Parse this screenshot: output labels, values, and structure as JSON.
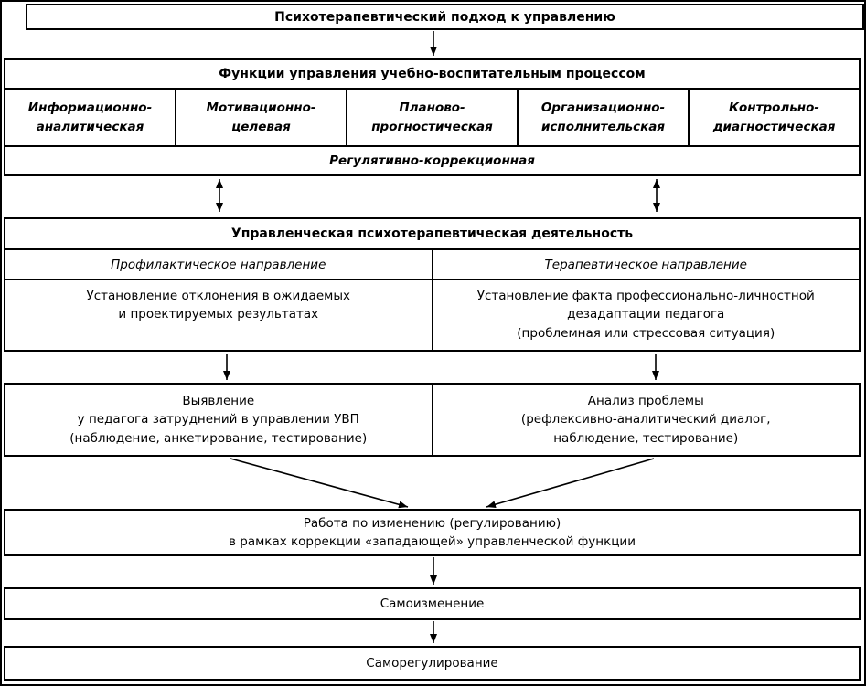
{
  "colors": {
    "line": "#000000",
    "background": "#ffffff",
    "text": "#000000"
  },
  "title": "Психотерапевтический подход к управлению",
  "functions": {
    "header": "Функции управления учебно-воспитательным процессом",
    "cells": [
      "Информационно-\nаналитическая",
      "Мотивационно-\nцелевая",
      "Планово-\nпрогностическая",
      "Организационно-\nисполнительская",
      "Контрольно-\nдиагностическая"
    ],
    "footer": "Регулятивно-коррекционная"
  },
  "activity": {
    "header": "Управленческая психотерапевтическая деятельность",
    "directions": {
      "left": "Профилактическое направление",
      "right": "Терапевтическое направление"
    },
    "content": {
      "left": "Установление отклонения в ожидаемых\nи проектируемых результатах",
      "right": "Установление факта профессионально-личностной\nдезадаптации педагога\n(проблемная или стрессовая ситуация)"
    }
  },
  "analysis": {
    "left": "Выявление\nу педагога затруднений в управлении УВП\n(наблюдение, анкетирование, тестирование)",
    "right": "Анализ проблемы\n(рефлексивно-аналитический диалог,\nнаблюдение, тестирование)"
  },
  "work": "Работа по изменению (регулированию)\nв рамках коррекции «западающей» управленческой функции",
  "self_change": "Самоизменение",
  "self_regulation": "Саморегулирование"
}
